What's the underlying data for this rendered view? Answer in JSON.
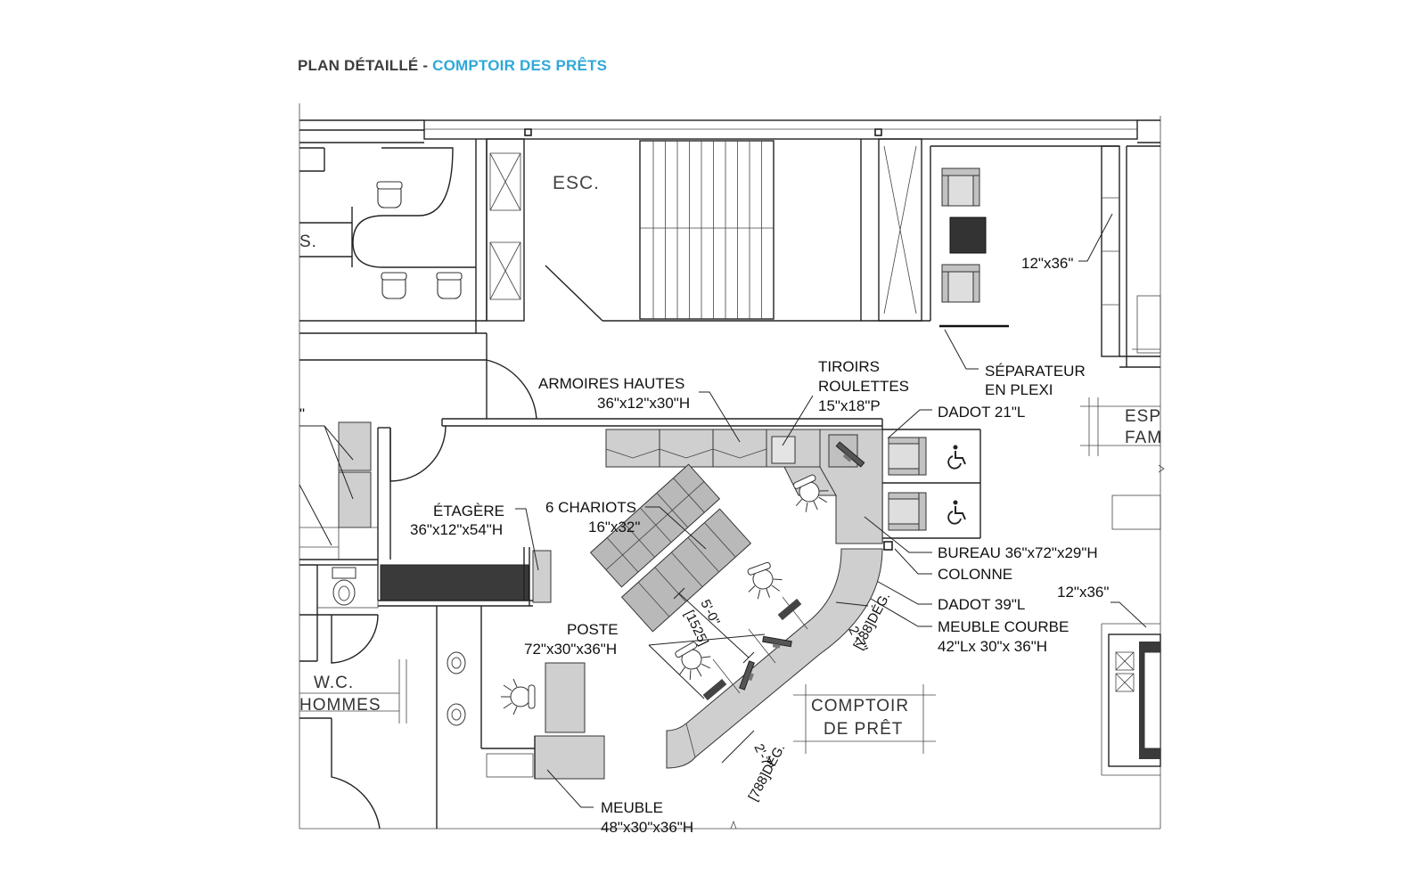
{
  "heading": {
    "prefix": "PLAN DÉTAILLÉ - ",
    "title": "COMPTOIR DES PRÊTS"
  },
  "labels": {
    "esc": "ESC.",
    "s_partial": "S.",
    "dim_12x36_top": "12\"x36\"",
    "separator_l1": "SÉPARATEUR",
    "separator_l2": "EN PLEXI",
    "armoires_l1": "ARMOIRES HAUTES",
    "armoires_l2": "36\"x12\"x30\"H",
    "tiroirs_l1": "TIROIRS",
    "tiroirs_l2": "ROULETTES",
    "tiroirs_l3": "15\"x18\"P",
    "dadot21": "DADOT 21\"L",
    "esp_l1": "ESP",
    "esp_l2": "FAM",
    "etagere_l1": "ÉTAGÈRE",
    "etagere_l2": "36\"x12\"x54\"H",
    "chariots_l1": "6 CHARIOTS",
    "chariots_l2": "16\"x32\"",
    "bureau": "BUREAU 36\"x72\"x29\"H",
    "colonne": "COLONNE",
    "dim_12x36_right": "12\"x36\"",
    "dadot39": "DADOT 39\"L",
    "meuble_courbe_l1": "MEUBLE COURBE",
    "meuble_courbe_l2": "42\"Lx 30\"x 36\"H",
    "poste_l1": "POSTE",
    "poste_l2": "72\"x30\"x36\"H",
    "dim_5_0": "5'-0\"",
    "dim_1525": "[1525]",
    "dim_2_7_a": "2'-7\"",
    "dim_788_a": "[788]DÉG.",
    "dim_2_7_b": "2'-7\"",
    "dim_788_b": "[788]DÉG.",
    "comptoir_l1": "COMPTOIR",
    "comptoir_l2": "DE PRÊT",
    "wc_l1": "W.C.",
    "wc_l2": "HOMMES",
    "meuble_l1": "MEUBLE",
    "meuble_l2": "48\"x30\"x36\"H",
    "left_partial": "\""
  },
  "icons": [
    "wheelchair-icon",
    "chair-icon",
    "monitor-icon",
    "toilet-icon",
    "sink-icon"
  ]
}
